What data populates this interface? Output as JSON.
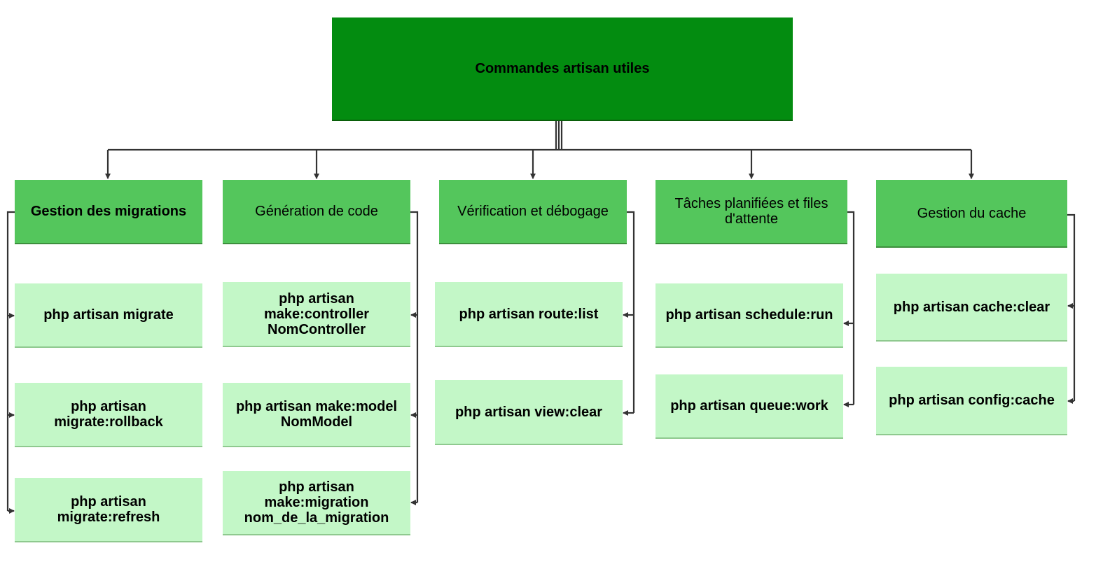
{
  "colors": {
    "root_fill": "#038c10",
    "category_fill": "#54c65c",
    "leaf_fill": "#c3f7c7",
    "connector": "#333333"
  },
  "root": {
    "label": "Commandes artisan utiles"
  },
  "categories": [
    {
      "label": "Gestion des migrations",
      "bold": true,
      "commands": [
        "php artisan migrate",
        "php artisan\nmigrate:rollback",
        "php artisan\nmigrate:refresh"
      ]
    },
    {
      "label": "Génération de code",
      "bold": false,
      "commands": [
        "php artisan\nmake:controller\nNomController",
        "php artisan make:model\nNomModel",
        "php artisan\nmake:migration\nnom_de_la_migration"
      ]
    },
    {
      "label": "Vérification et débogage",
      "bold": false,
      "commands": [
        "php artisan route:list",
        "php artisan view:clear"
      ]
    },
    {
      "label": "Tâches planifiées et files\nd'attente",
      "bold": false,
      "commands": [
        "php artisan schedule:run",
        "php artisan queue:work"
      ]
    },
    {
      "label": "Gestion du cache",
      "bold": false,
      "commands": [
        "php artisan cache:clear",
        "php artisan config:cache"
      ]
    }
  ]
}
